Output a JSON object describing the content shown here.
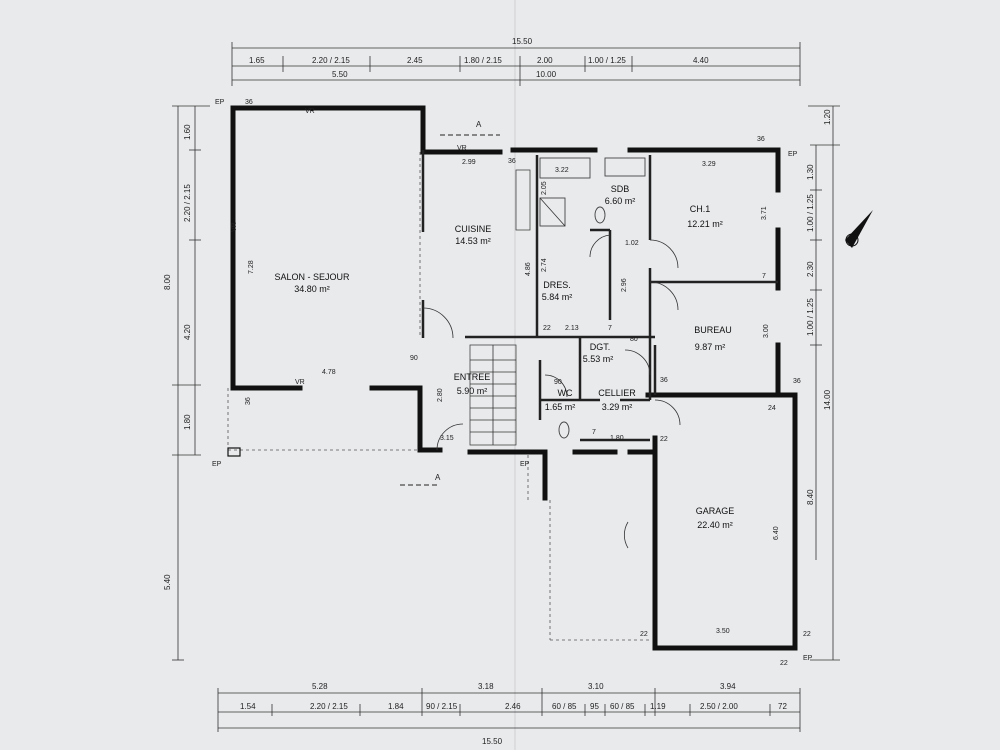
{
  "rooms": [
    {
      "name": "SALON - SEJOUR",
      "area": "34.80 m²"
    },
    {
      "name": "CUISINE",
      "area": "14.53 m²"
    },
    {
      "name": "SDB",
      "area": "6.60 m²"
    },
    {
      "name": "CH.1",
      "area": "12.21 m²"
    },
    {
      "name": "DRES.",
      "area": "5.84 m²"
    },
    {
      "name": "BUREAU",
      "area": "9.87 m²"
    },
    {
      "name": "DGT.",
      "area": "5.53 m²"
    },
    {
      "name": "ENTREE",
      "area": "5.90 m²"
    },
    {
      "name": "WC",
      "area": "1.65 m²"
    },
    {
      "name": "CELLIER",
      "area": "3.29 m²"
    },
    {
      "name": "GARAGE",
      "area": "22.40 m²"
    }
  ],
  "top_dims": {
    "total": "15.50",
    "row1": [
      "1.65",
      "2.20 / 2.15",
      "2.45",
      "1.80 / 2.15",
      "2.00",
      "1.00 / 1.25",
      "4.40"
    ],
    "row2": [
      "5.50",
      "10.00"
    ]
  },
  "bottom_dims": {
    "row1": [
      "5.28",
      "3.18",
      "3.10",
      "3.94"
    ],
    "row2": [
      "1.54",
      "2.20 / 2.15",
      "1.84",
      "90 / 2.15",
      "2.46",
      "60 / 85",
      "95",
      "60 / 85",
      "1.19",
      "2.50 / 2.00",
      "72"
    ],
    "total": "15.50"
  },
  "left_dims": {
    "outer": [
      "8.00",
      "5.40"
    ],
    "inner": [
      "1.60",
      "2.20 / 2.15",
      "4.20",
      "1.80"
    ]
  },
  "right_dims": {
    "outer": [
      "14.00"
    ],
    "middle": [
      "1.30",
      "1.00 / 1.25",
      "2.30",
      "1.00 / 1.25",
      "8.40"
    ],
    "top": [
      "1.20"
    ]
  },
  "interior_labels": [
    "7.28",
    "4.78",
    "36",
    "36",
    "VR",
    "VR",
    "VR",
    "VR",
    "2.99",
    "3.22",
    "2.05",
    "4.86",
    "2.74",
    "2.96",
    "1.02",
    "3.29",
    "3.71",
    "7",
    "3.00",
    "36",
    "24",
    "22",
    "6.40",
    "3.50",
    "22",
    "22",
    "2.80",
    "90",
    "3.15",
    "90",
    "1.80",
    "7",
    "2.13",
    "22",
    "7",
    "80",
    "36",
    "36",
    "36",
    "22"
  ],
  "markers": {
    "section": "A",
    "ep": "EP"
  }
}
